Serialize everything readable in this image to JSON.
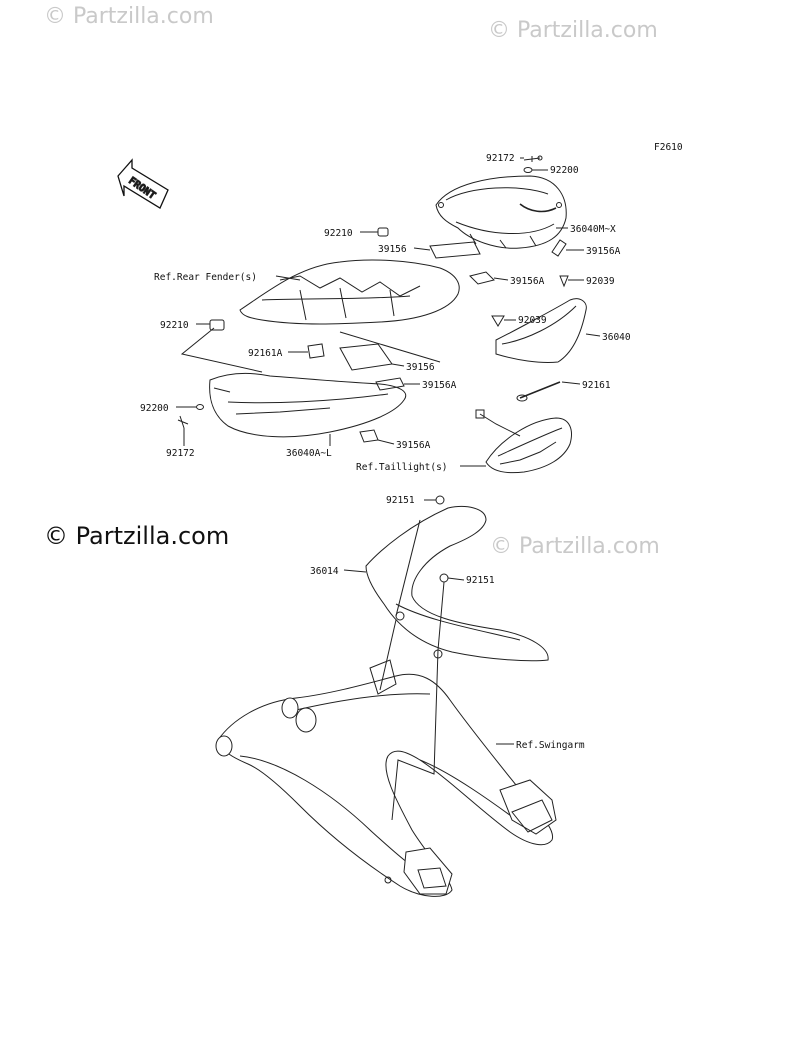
{
  "watermarks": {
    "top_left": "© Partzilla.com",
    "top_right": "© Partzilla.com",
    "middle_left": "© Partzilla.com",
    "middle_right": "© Partzilla.com"
  },
  "diagram": {
    "figure_code": "F2610",
    "front_arrow": "FRONT",
    "labels": {
      "p92172_top": "92172",
      "p92200_top": "92200",
      "p92210_top": "92210",
      "p36040MX": "36040M~X",
      "p39156_top": "39156",
      "p39156A_r1": "39156A",
      "ref_rear_fender": "Ref.Rear Fender(s)",
      "p39156A_r2": "39156A",
      "p92039_r": "92039",
      "p92210_left": "92210",
      "p92039_mid": "92039",
      "p36040": "36040",
      "p92161A": "92161A",
      "p39156_mid": "39156",
      "p39156A_mid": "39156A",
      "p92161": "92161",
      "p92200_left": "92200",
      "p36040AL": "36040A~L",
      "p39156A_bot": "39156A",
      "p92172_left": "92172",
      "ref_taillight": "Ref.Taillight(s)",
      "p92151_top": "92151",
      "p36014": "36014",
      "p92151_mid": "92151",
      "ref_swingarm": "Ref.Swingarm"
    }
  }
}
